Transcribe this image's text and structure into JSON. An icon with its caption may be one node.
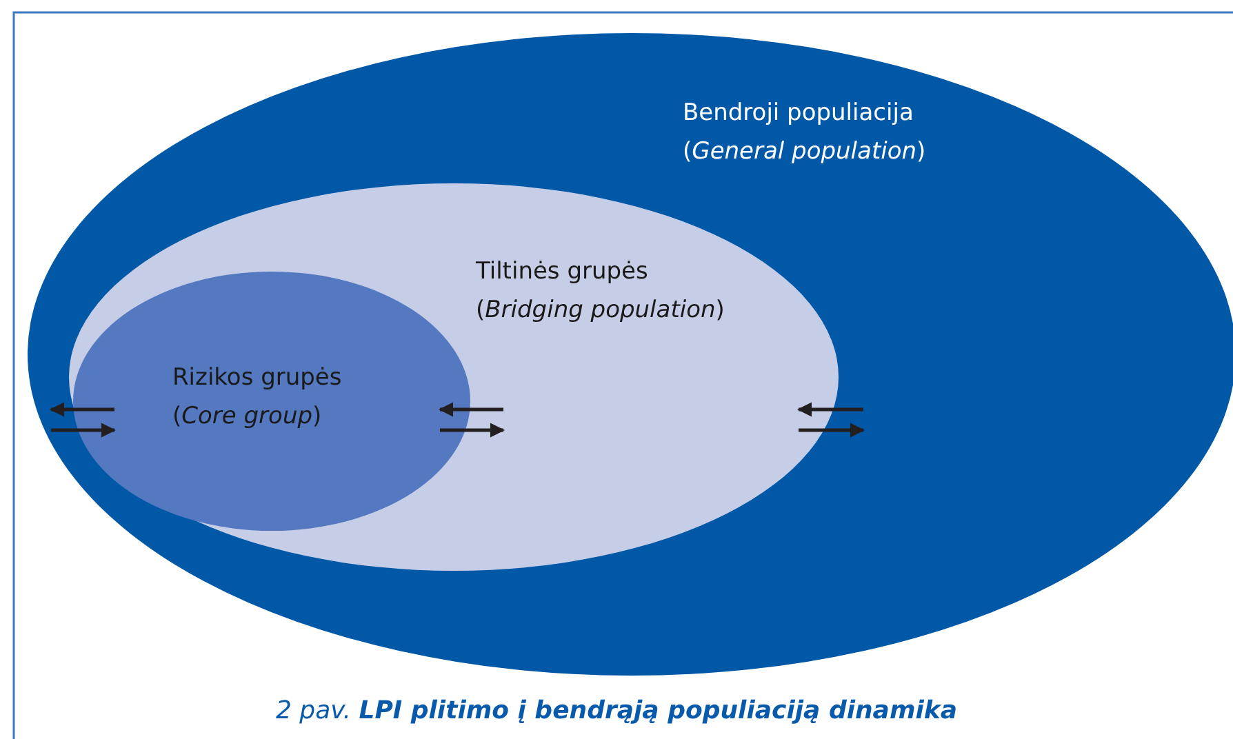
{
  "diagram": {
    "caption": "2 pav. **LPI plitimo į bendrąją populiaciją dinamika**",
    "nodes": [
      {
        "text": [
          "Bendroji populiacija",
          "(*General population*)"
        ]
      },
      {
        "text": [
          "Tiltinės grupės",
          "(*Bridging population*)"
        ],
        "in": 0
      },
      {
        "text": [
          "Rizikos grupės",
          "(*Core group*)"
        ],
        "in": 1
      }
    ]
  }
}
